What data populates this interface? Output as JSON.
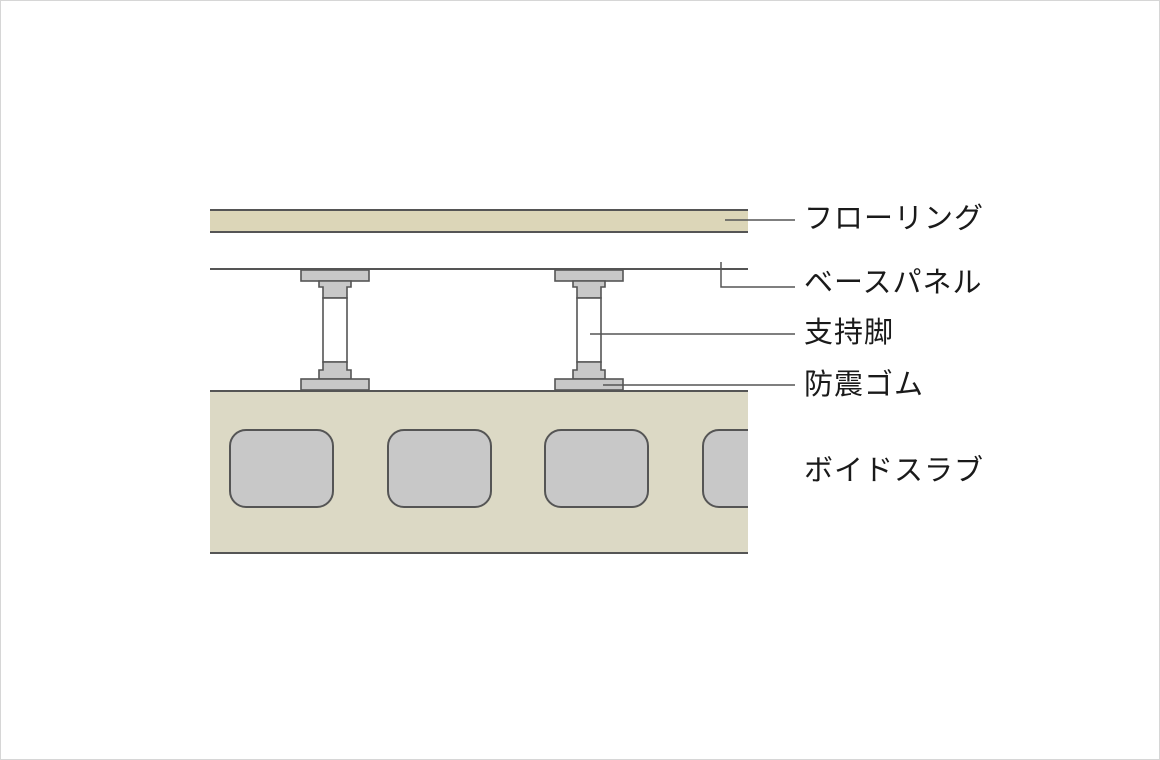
{
  "diagram": {
    "title": "Double floor structure with void slab",
    "colors": {
      "flooring_fill": "#dcd6b8",
      "slab_fill": "#dcd9c5",
      "void_fill": "#c8c8c8",
      "part_fill": "#c8c8c8",
      "line": "#555555"
    },
    "labels": [
      {
        "id": "flooring",
        "text": "フローリング"
      },
      {
        "id": "base_panel",
        "text": "ベースパネル"
      },
      {
        "id": "support_leg",
        "text": "支持脚"
      },
      {
        "id": "vibration_rubber",
        "text": "防震ゴム"
      },
      {
        "id": "void_slab",
        "text": "ボイドスラブ"
      }
    ]
  }
}
